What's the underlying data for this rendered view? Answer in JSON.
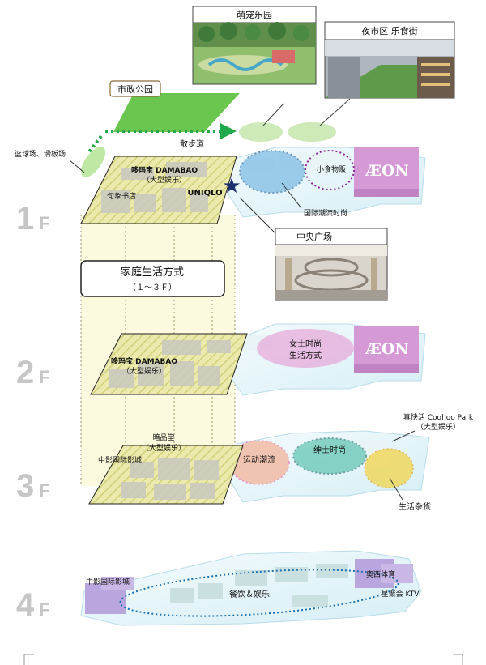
{
  "floors": {
    "f1": "1",
    "f2": "2",
    "f3": "3",
    "f4": "4",
    "suffix": "F"
  },
  "callouts": {
    "meng_bao": "萌宠乐园",
    "night_market": "夜市区  乐食街",
    "municipal_park": "市政公园",
    "central_plaza": "中央广场",
    "family_title": "家庭生活方式",
    "family_sub": "（１～３Ｆ）"
  },
  "labels": {
    "walkway": "散步道",
    "courts": "篮球场、滑板场",
    "f1_damabao": "哆玛宝 DAMABAO",
    "f1_big_ent": "（大型娱乐）",
    "f1_bookstore": "句象书店",
    "f1_uniqlo": "UNIQLO",
    "f1_snacks": "小食物贩",
    "f1_aeon": "ÆON",
    "f1_intl_fashion": "国际潮流时尚",
    "f2_damabao": "哆玛宝 DAMABAO",
    "f2_big_ent": "（大型娱乐）",
    "f2_ladies_1": "女士时尚",
    "f2_ladies_2": "生活方式",
    "f2_aeon": "ÆON",
    "f3_anpintang": "暗品堂",
    "f3_big_ent": "（大型娱乐）",
    "f3_cinema": "中影国际影城",
    "f3_sports": "运动潮流",
    "f3_gentlemen": "绅士时尚",
    "f3_coohoo": "真快活 Coohoo Park",
    "f3_coohoo_sub": "（大型娱乐）",
    "f3_sundries": "生活杂货",
    "f4_cinema": "中影国际影城",
    "f4_aoli": "奥西体育",
    "f4_ktv": "星聚会 KTV",
    "f4_dining": "餐饮＆娱乐"
  },
  "colors": {
    "accent_green": "#21a84a",
    "park_green": "#6ac64f",
    "aeon_pink": "#d59ad6",
    "fashion_blue": "#5aa8de",
    "ladies_pink": "#e7a5d8",
    "sports_orange": "#f3b8a0",
    "gent_teal": "#38b59c",
    "sundries_yellow": "#f1d54a",
    "ent_hatch": "#dbe08f"
  }
}
